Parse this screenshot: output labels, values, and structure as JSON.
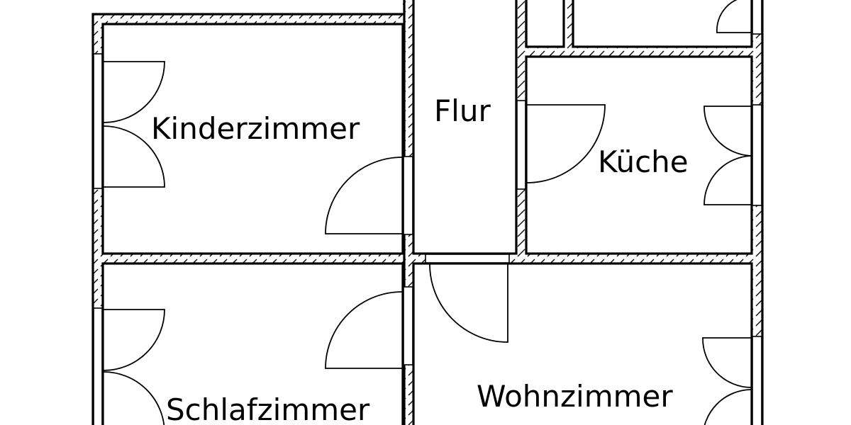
{
  "plan": {
    "type": "floor-plan",
    "colors": {
      "line": "#000000",
      "background": "#ffffff",
      "hatch": "#000000"
    },
    "rooms": [
      {
        "id": "kinderzimmer",
        "label": "Kinderzimmer"
      },
      {
        "id": "flur",
        "label": "Flur"
      },
      {
        "id": "kueche",
        "label": "Küche"
      },
      {
        "id": "schlafzimmer",
        "label": "Schlafzimmer"
      },
      {
        "id": "wohnzimmer",
        "label": "Wohnzimmer"
      }
    ]
  }
}
